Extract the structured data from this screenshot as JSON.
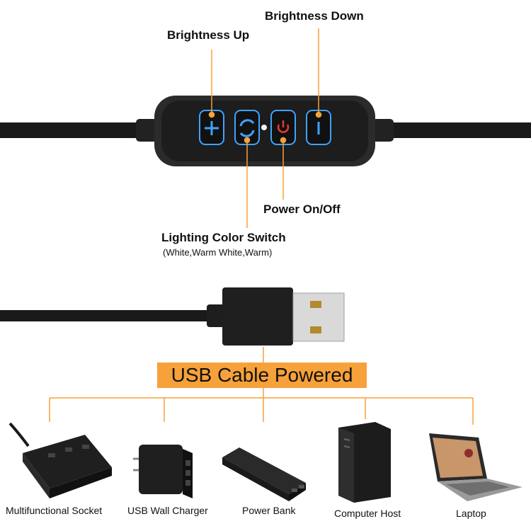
{
  "controller": {
    "brightness_up": "Brightness Up",
    "brightness_down": "Brightness Down",
    "power": "Power On/Off",
    "color_switch": "Lighting Color Switch",
    "color_modes": "(White,Warm White,Warm)"
  },
  "banner": {
    "text": "USB Cable Powered"
  },
  "devices": [
    {
      "label": "Multifunctional Socket",
      "icon": "power-strip-icon"
    },
    {
      "label": "USB Wall Charger",
      "icon": "wall-charger-icon"
    },
    {
      "label": "Power Bank",
      "icon": "power-bank-icon"
    },
    {
      "label": "Computer Host",
      "icon": "computer-tower-icon"
    },
    {
      "label": "Laptop",
      "icon": "laptop-icon"
    }
  ],
  "colors": {
    "accent": "#f7a13a",
    "button_glow": "#3fa3ff",
    "power_red": "#e53935"
  }
}
